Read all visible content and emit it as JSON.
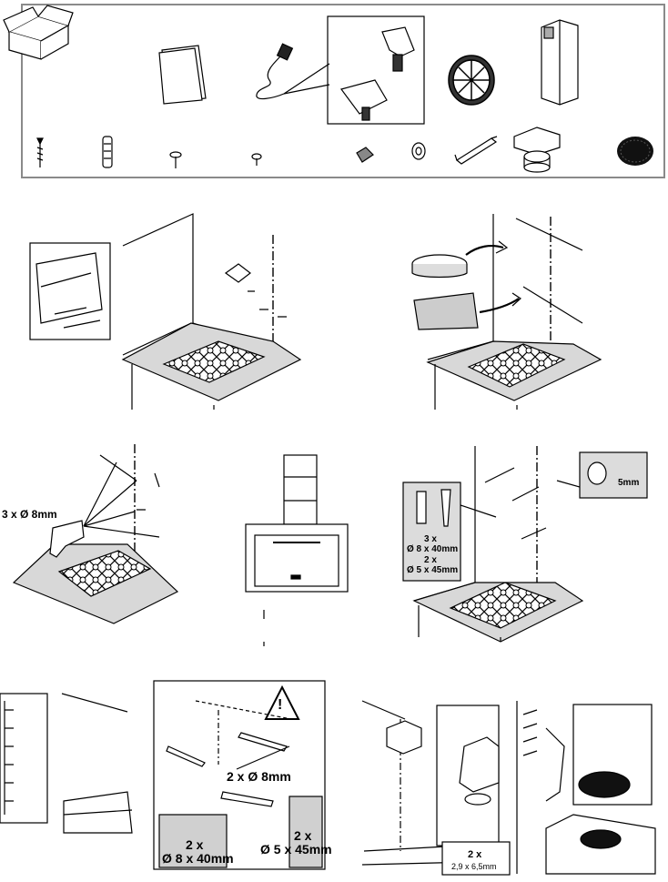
{
  "parts_panel": {
    "items": [
      "box-icon",
      "manual-icon",
      "power-cable-icon",
      "plug-adapter-icon",
      "fan-filter-icon",
      "chimney-cover-icon",
      "screw-icon",
      "wall-plug-icon",
      "small-screw-icon",
      "tiny-screw-icon",
      "bracket-clip-icon",
      "washer-icon",
      "mounting-bar-icon",
      "motor-housing-icon",
      "carbon-filter-icon"
    ]
  },
  "step3": {
    "drill_label": "3 x Ø 8mm"
  },
  "step5": {
    "spec_qty_1": "3 x",
    "spec_size_1": "Ø 8 x 40mm",
    "spec_qty_2": "2 x",
    "spec_size_2": "Ø 5 x 45mm",
    "gap_label": "5mm"
  },
  "step6": {
    "drill_label": "2 x Ø 8mm",
    "plug_qty": "2 x",
    "plug_size": "Ø 8 x 40mm",
    "screw_qty": "2 x",
    "screw_size": "Ø 5 x 45mm",
    "warning_symbol": "!"
  },
  "step7": {
    "screw_qty": "2 x",
    "screw_size": "2,9 x 6,5mm"
  },
  "colors": {
    "counter": "#d8d8d8",
    "frame": "#8a8a8a",
    "panel_bg": "#dcdcdc",
    "ink": "#000000"
  }
}
